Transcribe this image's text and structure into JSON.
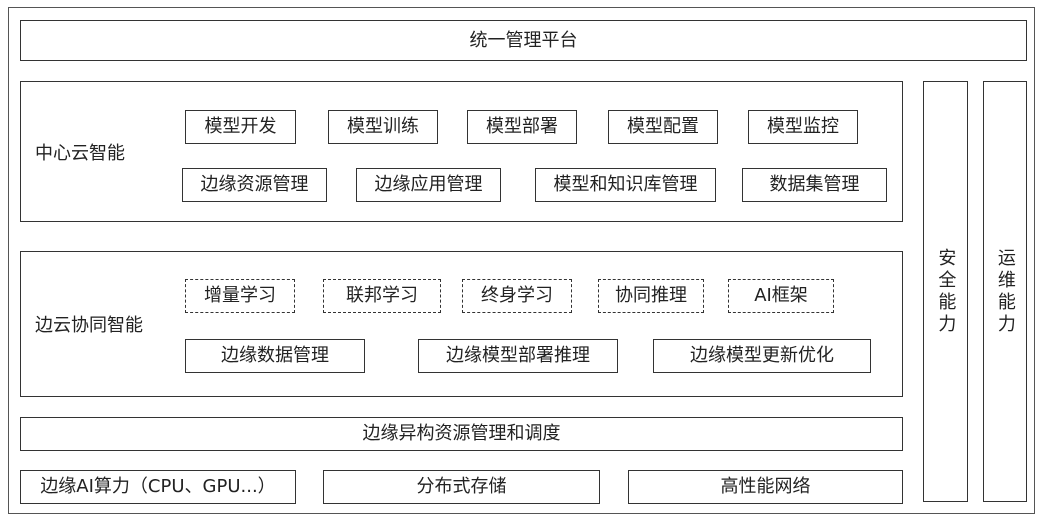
{
  "platform_title": "统一管理平台",
  "center_cloud": {
    "title": "中心云智能",
    "row1": [
      "模型开发",
      "模型训练",
      "模型部署",
      "模型配置",
      "模型监控"
    ],
    "row2": [
      "边缘资源管理",
      "边缘应用管理",
      "模型和知识库管理",
      "数据集管理"
    ]
  },
  "edge_cloud": {
    "title": "边云协同智能",
    "row1": [
      "增量学习",
      "联邦学习",
      "终身学习",
      "协同推理",
      "AI框架"
    ],
    "row2": [
      "边缘数据管理",
      "边缘模型部署推理",
      "边缘模型更新优化"
    ]
  },
  "hetero_scheduling": "边缘异构资源管理和调度",
  "infrastructure": [
    "边缘AI算力（CPU、GPU...）",
    "分布式存储",
    "高性能网络"
  ],
  "side_panels": {
    "security": "安全能力",
    "ops": "运维能力"
  }
}
